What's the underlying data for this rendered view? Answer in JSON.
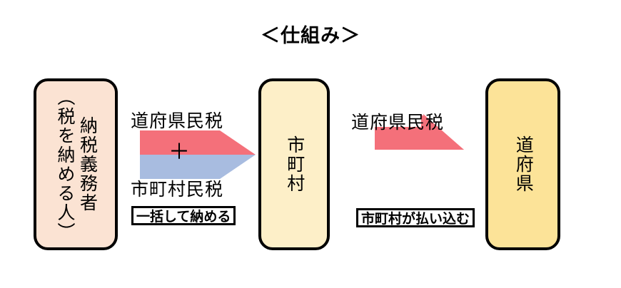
{
  "title": "＜仕組み＞",
  "entities": [
    {
      "id": "taxpayer",
      "main_label": "納税義務者",
      "sub_label": "（税を納める人）",
      "fill_color": "#fbe3d3"
    },
    {
      "id": "municipality",
      "main_label": "市町村",
      "fill_color": "#fdefc8"
    },
    {
      "id": "prefecture",
      "main_label": "道府県",
      "fill_color": "#fce398"
    }
  ],
  "flows": [
    {
      "id": "taxpayer-to-municipality",
      "top_label": "道府県民税",
      "operator": "＋",
      "bottom_label": "市町村民税",
      "caption": "一括して納める",
      "top_color": "#f4707a",
      "bottom_color": "#a8bce0"
    },
    {
      "id": "municipality-to-prefecture",
      "top_label": "道府県民税",
      "caption": "市町村が払い込む",
      "color": "#f4707a"
    }
  ],
  "colors": {
    "stroke": "#000000",
    "background": "#ffffff",
    "arrow_red": "#f4707a",
    "arrow_blue": "#a8bce0"
  }
}
